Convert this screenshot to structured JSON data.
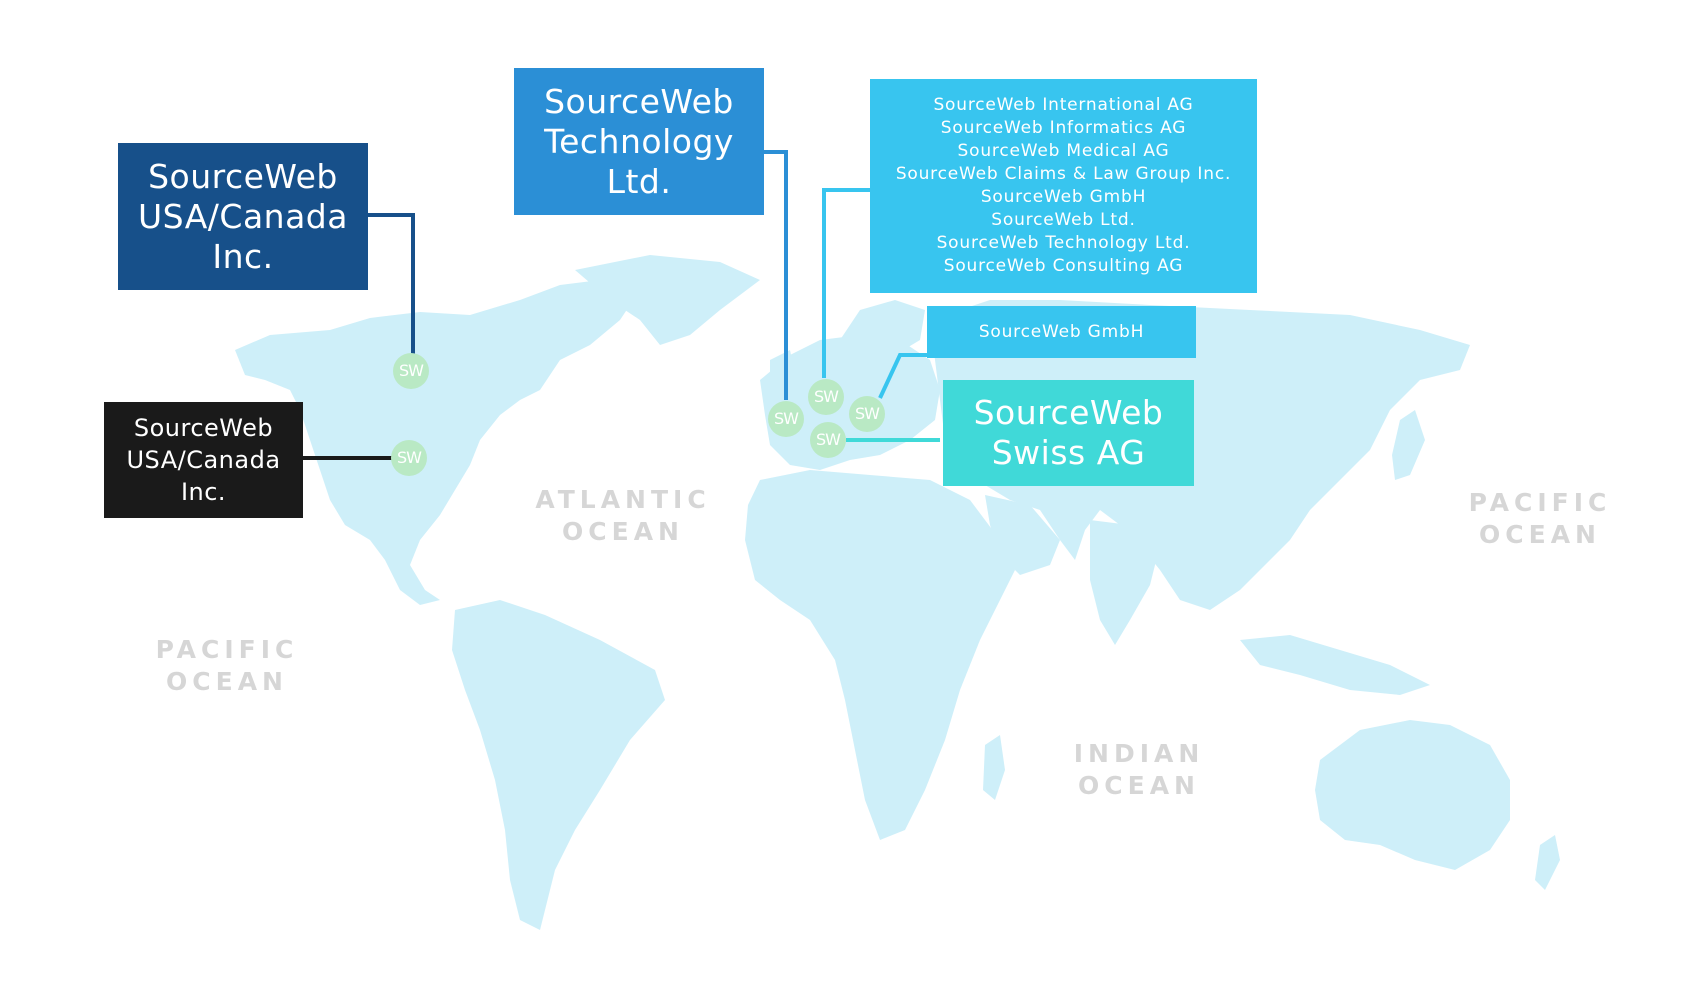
{
  "boxes": {
    "usa_canada_top": {
      "lines": [
        "SourceWeb",
        "USA/Canada",
        "Inc."
      ],
      "color": "#17508a"
    },
    "usa_canada_bottom": {
      "lines": [
        "SourceWeb",
        "USA/Canada",
        "Inc."
      ],
      "color": "#1a1a1a"
    },
    "technology": {
      "lines": [
        "SourceWeb",
        "Technology",
        "Ltd."
      ],
      "color": "#2b8fd6"
    },
    "entities_list": {
      "lines": [
        "SourceWeb International AG",
        "SourceWeb Informatics AG",
        "SourceWeb Medical AG",
        "SourceWeb Claims & Law Group Inc.",
        "SourceWeb GmbH",
        "SourceWeb Ltd.",
        "SourceWeb Technology Ltd.",
        "SourceWeb Consulting AG"
      ],
      "color": "#38c5ef"
    },
    "gmbh": {
      "lines": [
        "SourceWeb GmbH"
      ],
      "color": "#38c5ef"
    },
    "swiss": {
      "lines": [
        "SourceWeb",
        "Swiss AG"
      ],
      "color": "#40d9d8"
    }
  },
  "oceans": {
    "atlantic": [
      "ATLANTIC",
      "OCEAN"
    ],
    "pacific_left": [
      "PACIFIC",
      "OCEAN"
    ],
    "pacific_right": [
      "PACIFIC",
      "OCEAN"
    ],
    "indian": [
      "INDIAN",
      "OCEAN"
    ]
  },
  "marker_label": "SW",
  "colors": {
    "land": "#ceeff9",
    "marker": "#b9e9c4",
    "ocean_label": "#d6d6d6"
  }
}
